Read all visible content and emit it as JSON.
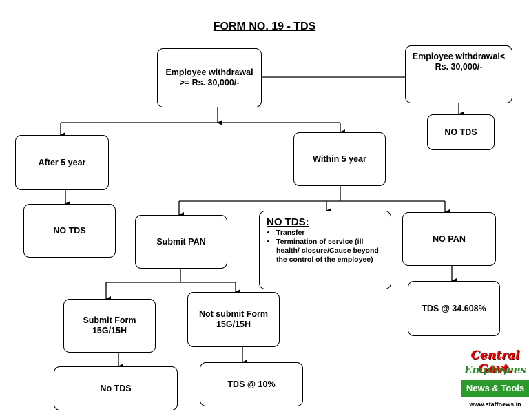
{
  "title": "FORM NO. 19 - TDS",
  "nodes": {
    "withdrawal_ge": "Employee withdrawal >= Rs. 30,000/-",
    "withdrawal_lt": "Employee withdrawal< Rs. 30,000/-",
    "no_tds_right": "NO TDS",
    "after_5_year": "After 5 year",
    "within_5_year": "Within 5 year",
    "no_tds_left": "NO TDS",
    "submit_pan": "Submit PAN",
    "no_tds_box": {
      "heading": "NO TDS:",
      "items": [
        "Transfer",
        "Termination of service (ill health/ closure/Cause beyond the control of the employee)"
      ]
    },
    "no_pan": "NO PAN",
    "tds_34608": "TDS @ 34.608%",
    "submit_form": "Submit Form 15G/15H",
    "not_submit_form": "Not submit Form 15G/15H",
    "no_tds_bottom": "No TDS",
    "tds_10": "TDS @ 10%"
  },
  "logo": {
    "line1": "Central Govt.",
    "line2": "Employees",
    "line3": "News & Tools",
    "url": "www.staffnews.in"
  }
}
